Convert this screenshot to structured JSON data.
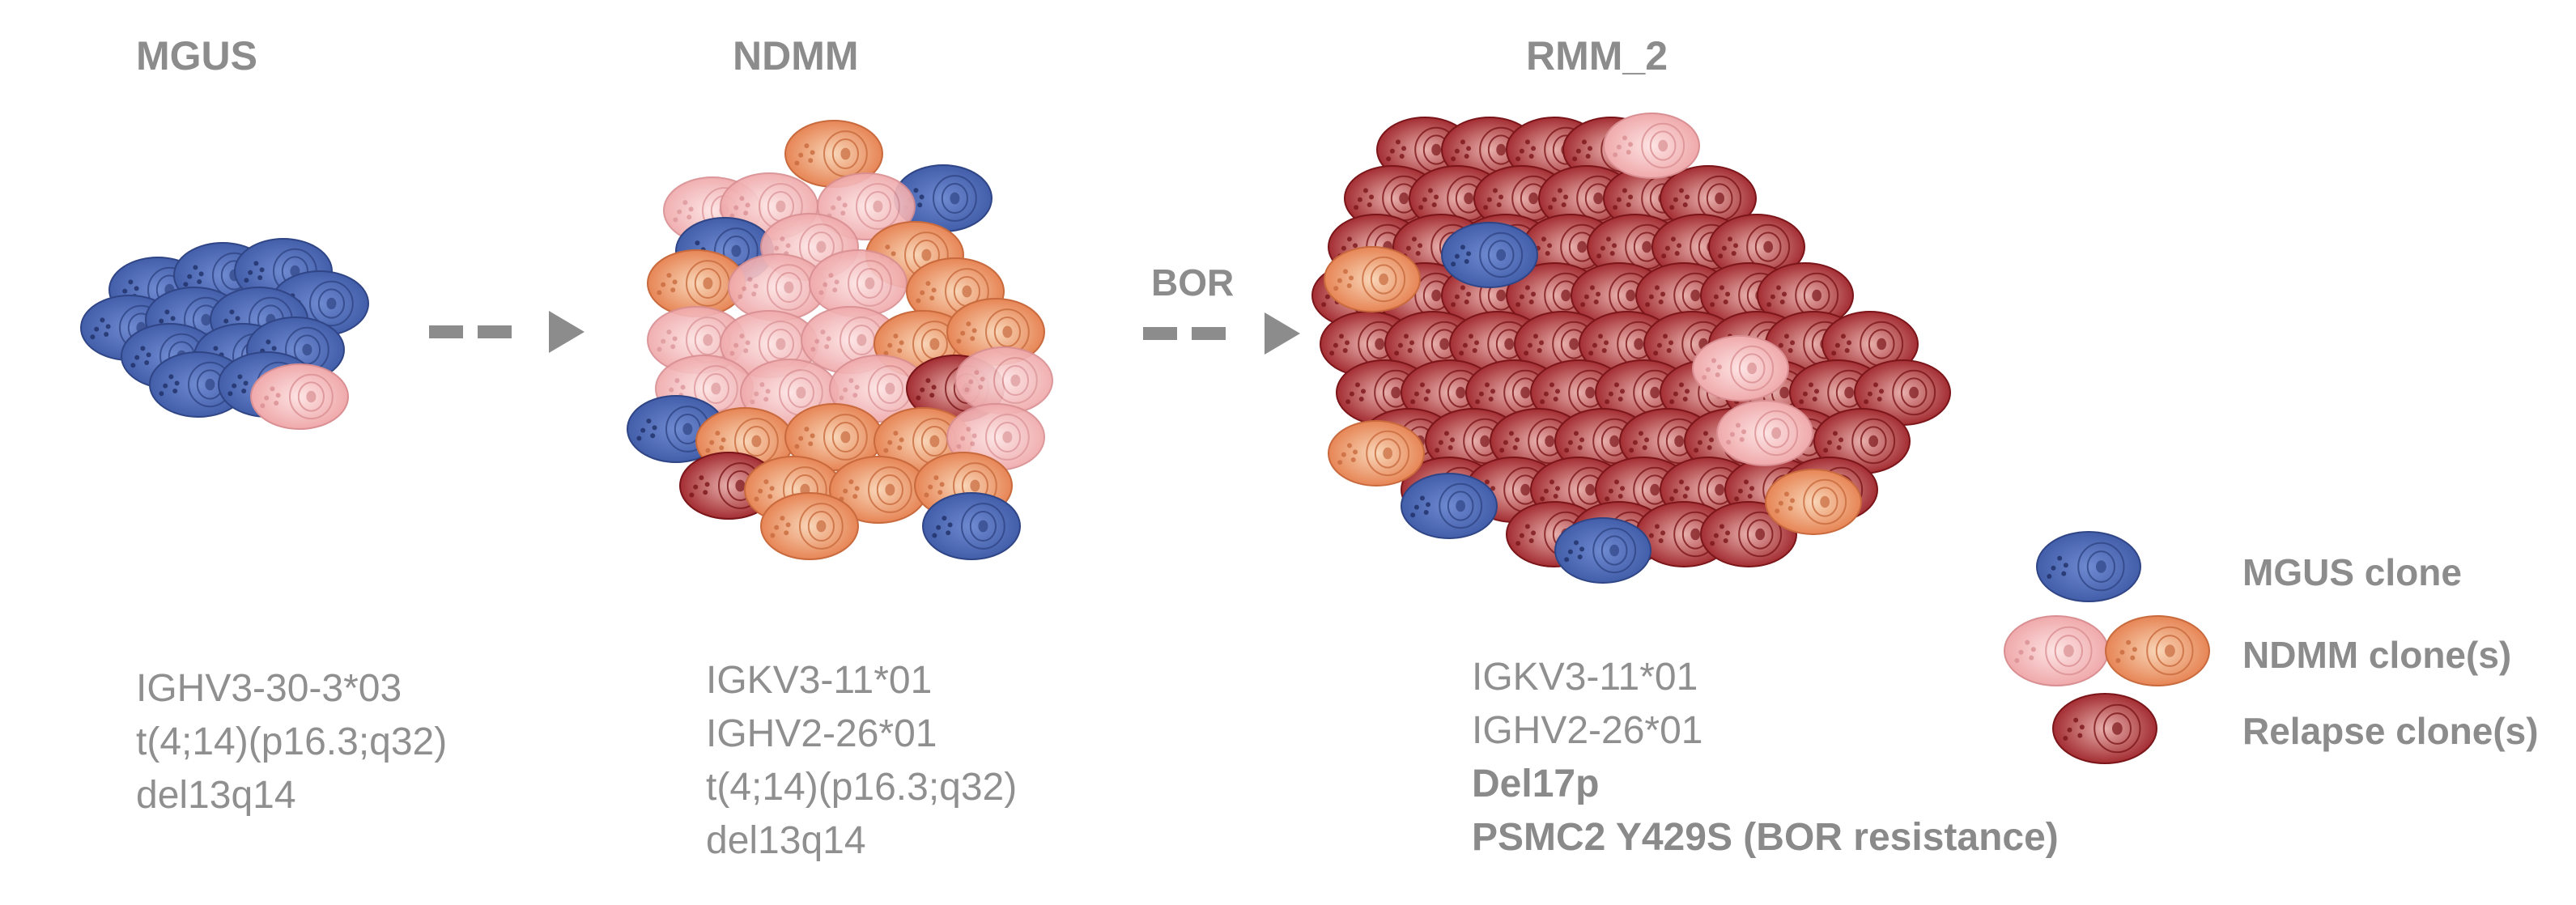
{
  "stages": [
    {
      "title": "MGUS",
      "genes": [
        "IGHV3-30-3*03",
        "t(4;14)(p16.3;q32)",
        "del13q14"
      ],
      "bold_genes": []
    },
    {
      "title": "NDMM",
      "genes": [
        "IGKV3-11*01",
        "IGHV2-26*01",
        "t(4;14)(p16.3;q32)",
        "del13q14"
      ],
      "bold_genes": []
    },
    {
      "title": "RMM_2",
      "genes": [
        "IGKV3-11*01",
        "IGHV2-26*01"
      ],
      "bold_genes": [
        "Del17p",
        "PSMC2 Y429S (BOR resistance)"
      ]
    }
  ],
  "arrows": [
    {
      "label": ""
    },
    {
      "label": "BOR"
    }
  ],
  "legend": [
    {
      "label": "MGUS clone",
      "icon": "blue-cell-icon"
    },
    {
      "label": "NDMM clone(s)",
      "icon": "pink-orange-cell-icon"
    },
    {
      "label": "Relapse clone(s)",
      "icon": "red-cell-icon"
    }
  ],
  "colors": {
    "mgus_blue": "#4a67b3",
    "ndmm_pink": "#f1aeb0",
    "ndmm_orange": "#e8875a",
    "relapse_red": "#a8242a",
    "arrow_gray": "#8c8c8c"
  }
}
